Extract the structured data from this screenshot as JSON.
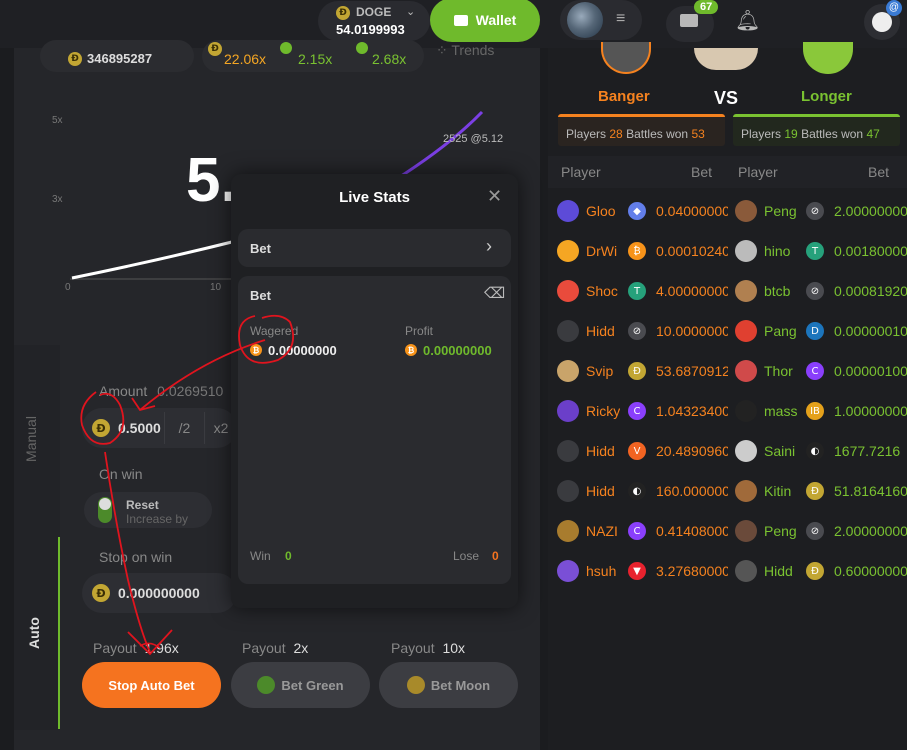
{
  "header": {
    "currency": "DOGE",
    "balance": "54.0199993",
    "wallet_label": "Wallet",
    "mail_count": "67",
    "profile_badge": "@"
  },
  "stats_bar": {
    "jackpot": "346895287",
    "recent": [
      "22.06x",
      "2.15x",
      "2.68x"
    ],
    "trends_label": "Trends"
  },
  "game": {
    "multiplier_visible": "5.",
    "y_ticks": [
      "5x",
      "3x"
    ],
    "x_ticks": [
      "0",
      "10"
    ],
    "player_marker": "2525 @5.12",
    "curve_color": "#7b3fe4"
  },
  "bet_panel": {
    "tab_manual": "Manual",
    "tab_auto": "Auto",
    "amount_label": "Amount",
    "amount_hint": "0.0269510",
    "amount_value": "0.5000",
    "half_label": "/2",
    "double_label": "x2",
    "on_win_label": "On win",
    "reset_label": "Reset",
    "increase_label": "Increase by",
    "stop_on_win_label": "Stop on win",
    "stop_on_win_value": "0.000000000",
    "payouts": [
      {
        "label": "Payout",
        "value": "1.96x"
      },
      {
        "label": "Payout",
        "value": "2x"
      },
      {
        "label": "Payout",
        "value": "10x"
      }
    ],
    "stop_auto_label": "Stop Auto Bet",
    "bet_green_label": "Bet Green",
    "bet_moon_label": "Bet Moon"
  },
  "live_stats": {
    "title": "Live Stats",
    "dropdown_label": "Bet",
    "card_title": "Bet",
    "wagered_label": "Wagered",
    "wagered_value": "0.00000000",
    "profit_label": "Profit",
    "profit_value": "0.00000000",
    "win_label": "Win",
    "win_value": "0",
    "lose_label": "Lose",
    "lose_value": "0"
  },
  "battle": {
    "team_left": "Banger",
    "vs": "VS",
    "team_right": "Longer",
    "left_stats": {
      "players_label": "Players",
      "players": "28",
      "battles_label": "Battles won",
      "battles": "53"
    },
    "right_stats": {
      "players_label": "Players",
      "players": "19",
      "battles_label": "Battles won",
      "battles": "47"
    },
    "headers": {
      "player": "Player",
      "bet": "Bet"
    },
    "left_color": "#f5821f",
    "right_color": "#7ac231"
  },
  "players_left": [
    {
      "name": "Gloo",
      "bet": "0.04000000",
      "coin": "eth"
    },
    {
      "name": "DrWi",
      "bet": "0.00010240",
      "coin": "btc"
    },
    {
      "name": "Shoc",
      "bet": "4.00000000",
      "coin": "usdt"
    },
    {
      "name": "Hidd",
      "bet": "10.0000000",
      "coin": "xlm"
    },
    {
      "name": "Svip",
      "bet": "53.6870912",
      "coin": "doge"
    },
    {
      "name": "Ricky",
      "bet": "1.04323400",
      "coin": "celo"
    },
    {
      "name": "Hidd",
      "bet": "20.4890960",
      "coin": "vet"
    },
    {
      "name": "Hidd",
      "bet": "160.000000",
      "coin": "cvc"
    },
    {
      "name": "NAZI",
      "bet": "0.41408000",
      "coin": "celo"
    },
    {
      "name": "hsuh",
      "bet": "3.27680000",
      "coin": "trx"
    }
  ],
  "players_right": [
    {
      "name": "Peng",
      "bet": "2.00000000",
      "coin": "xlm"
    },
    {
      "name": "hino",
      "bet": "0.00180000",
      "coin": "usdt"
    },
    {
      "name": "btcb",
      "bet": "0.00081920",
      "coin": "xlm"
    },
    {
      "name": "Pang",
      "bet": "0.00000010",
      "coin": "dash"
    },
    {
      "name": "Thor",
      "bet": "0.00000100",
      "coin": "celo"
    },
    {
      "name": "mass",
      "bet": "1.00000000",
      "coin": "ib"
    },
    {
      "name": "Saini",
      "bet": "1677.7216",
      "coin": "cvc"
    },
    {
      "name": "Kitin",
      "bet": "51.8164160",
      "coin": "doge"
    },
    {
      "name": "Peng",
      "bet": "2.00000000",
      "coin": "xlm"
    },
    {
      "name": "Hidd",
      "bet": "0.60000000",
      "coin": "doge"
    }
  ],
  "coin_styles": {
    "eth": {
      "bg": "#627eea",
      "glyph": "◆"
    },
    "btc": {
      "bg": "#f7931a",
      "glyph": "₿"
    },
    "usdt": {
      "bg": "#26a17b",
      "glyph": "T"
    },
    "xlm": {
      "bg": "#4a4b50",
      "glyph": "⊘"
    },
    "doge": {
      "bg": "#c2a633",
      "glyph": "Ð"
    },
    "celo": {
      "bg": "#8a3ffc",
      "glyph": "C"
    },
    "vet": {
      "bg": "#f26422",
      "glyph": "V"
    },
    "cvc": {
      "bg": "#222",
      "glyph": "◐"
    },
    "trx": {
      "bg": "#e8222e",
      "glyph": "▼"
    },
    "dash": {
      "bg": "#1c75bc",
      "glyph": "D"
    },
    "ib": {
      "bg": "#e4a11b",
      "glyph": "IB"
    }
  },
  "avatar_colors_left": [
    "#5d4bd8",
    "#f5a623",
    "#e94b3c",
    "#3a3b3f",
    "#c9a46a",
    "#6b3fc9",
    "#3a3b3f",
    "#3a3b3f",
    "#a87c2e",
    "#7a4fd6"
  ],
  "avatar_colors_right": [
    "#8a5a3a",
    "#bbb",
    "#b08050",
    "#e04030",
    "#d04a4a",
    "#222",
    "#ccc",
    "#a06a3a",
    "#6a4a3a",
    "#555"
  ]
}
